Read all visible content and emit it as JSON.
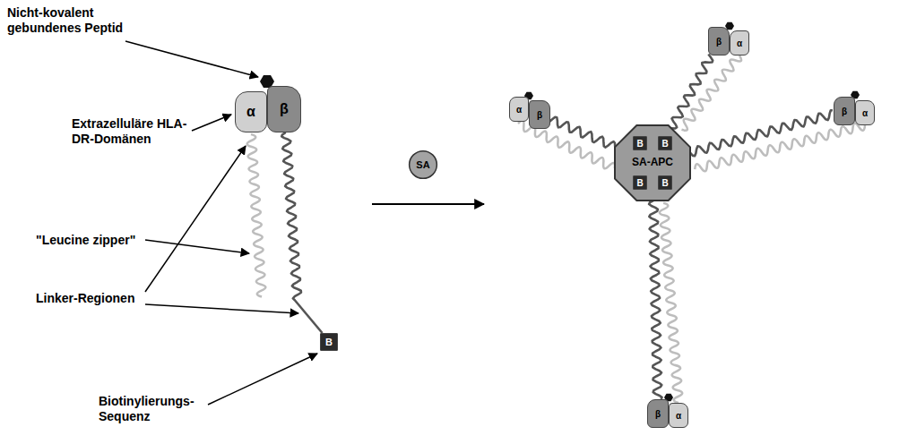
{
  "diagram": {
    "nodes": [
      {
        "text": [
          "α"
        ]
      },
      {
        "text": [
          "β"
        ]
      },
      {
        "text": [
          "B"
        ]
      },
      {
        "text": [
          "SA"
        ]
      },
      {
        "text": [
          "α"
        ]
      },
      {
        "text": [
          "β"
        ]
      },
      {
        "text": [
          "α"
        ]
      },
      {
        "text": [
          "β"
        ]
      },
      {
        "text": [
          "α"
        ]
      },
      {
        "text": [
          "β"
        ]
      },
      {
        "text": [
          "SA-APC"
        ]
      },
      {
        "text": [
          "B"
        ],
        "in": 10
      },
      {
        "text": [
          "B"
        ],
        "in": 10
      },
      {
        "text": [
          "B"
        ],
        "in": 10
      },
      {
        "text": [
          "B"
        ],
        "in": 10
      },
      {
        "text": [
          "α"
        ]
      },
      {
        "text": [
          "β"
        ]
      }
    ],
    "edges": [
      {
        "from": 1,
        "to": 2,
        "arrow": "none"
      },
      {
        "from": 10,
        "to": 5,
        "arrow": "none"
      },
      {
        "from": 10,
        "to": 7,
        "arrow": "none"
      },
      {
        "from": 10,
        "to": 9,
        "arrow": "none"
      },
      {
        "from": 10,
        "to": 16,
        "arrow": "none"
      }
    ],
    "labels": [
      "Nicht-kovalent gebundenes Peptid",
      "Extrazelluläre HLA-DR-Domänen",
      "\"Leucine zipper\"",
      "Linker-Regionen",
      "Biotinylierungs- Sequenz"
    ]
  }
}
